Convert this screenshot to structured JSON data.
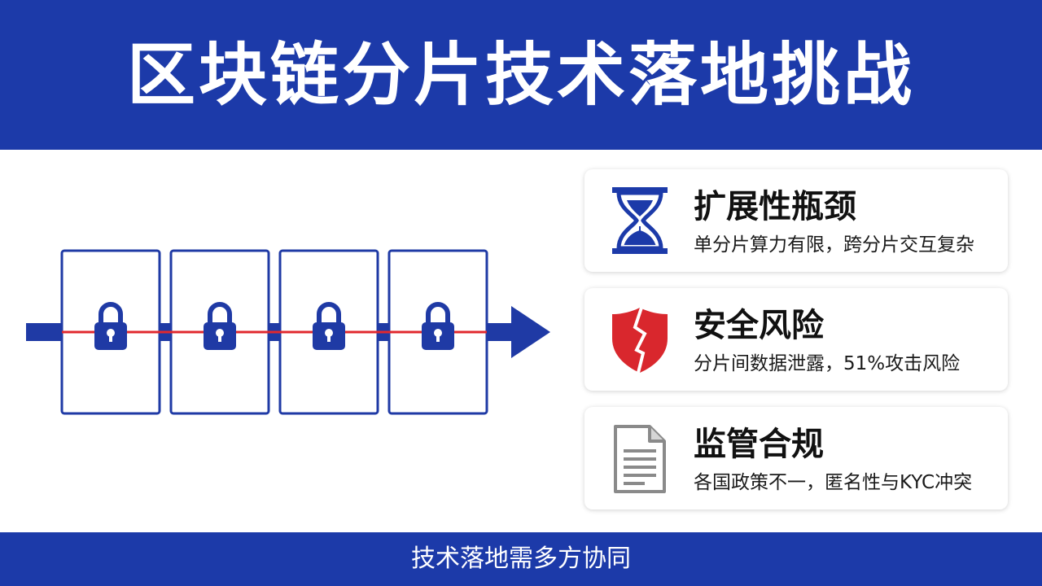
{
  "header": {
    "title": "区块链分片技术落地挑战"
  },
  "colors": {
    "primary_blue": "#1c3aa9",
    "diagram_blue": "#1f3aa5",
    "chain_red": "#e0282e",
    "shield_red": "#d9272d",
    "doc_gray": "#8a8a8a"
  },
  "diagram": {
    "shard_count": 4,
    "shard_icon": "padlock-icon",
    "flow_icon": "arrow-right-icon"
  },
  "challenges": [
    {
      "icon": "hourglass-icon",
      "title": "扩展性瓶颈",
      "description": "单分片算力有限，跨分片交互复杂"
    },
    {
      "icon": "broken-shield-icon",
      "title": "安全风险",
      "description": "分片间数据泄露，51%攻击风险"
    },
    {
      "icon": "document-icon",
      "title": "监管合规",
      "description": "各国政策不一，匿名性与KYC冲突"
    }
  ],
  "footer": {
    "text": "技术落地需多方协同"
  }
}
